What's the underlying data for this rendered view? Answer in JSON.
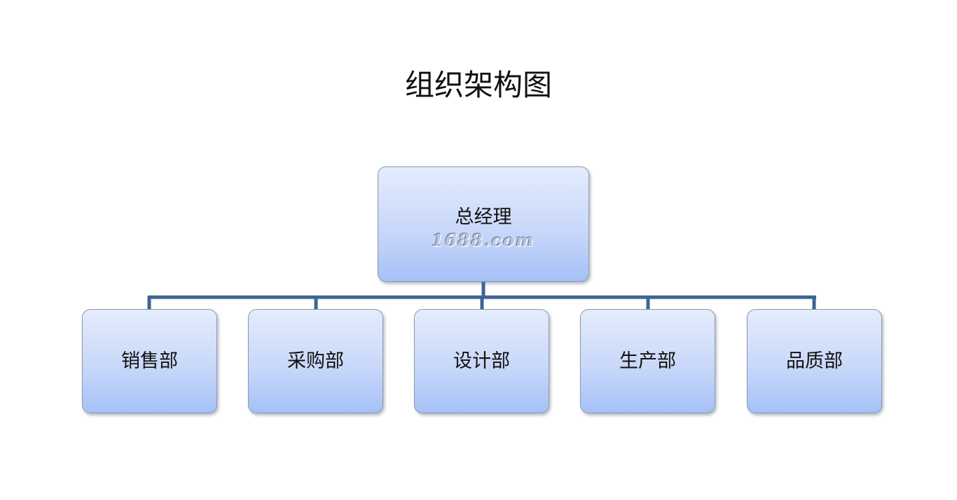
{
  "title": "组织架构图",
  "root": {
    "label": "总经理",
    "watermark": "1688.com"
  },
  "departments": [
    {
      "label": "销售部"
    },
    {
      "label": "采购部"
    },
    {
      "label": "设计部"
    },
    {
      "label": "生产部"
    },
    {
      "label": "品质部"
    }
  ],
  "colors": {
    "connector": "#3e6494",
    "node_top": "#e4ecfc",
    "node_bottom": "#a5c1f7",
    "node_border": "#8d99ad"
  }
}
